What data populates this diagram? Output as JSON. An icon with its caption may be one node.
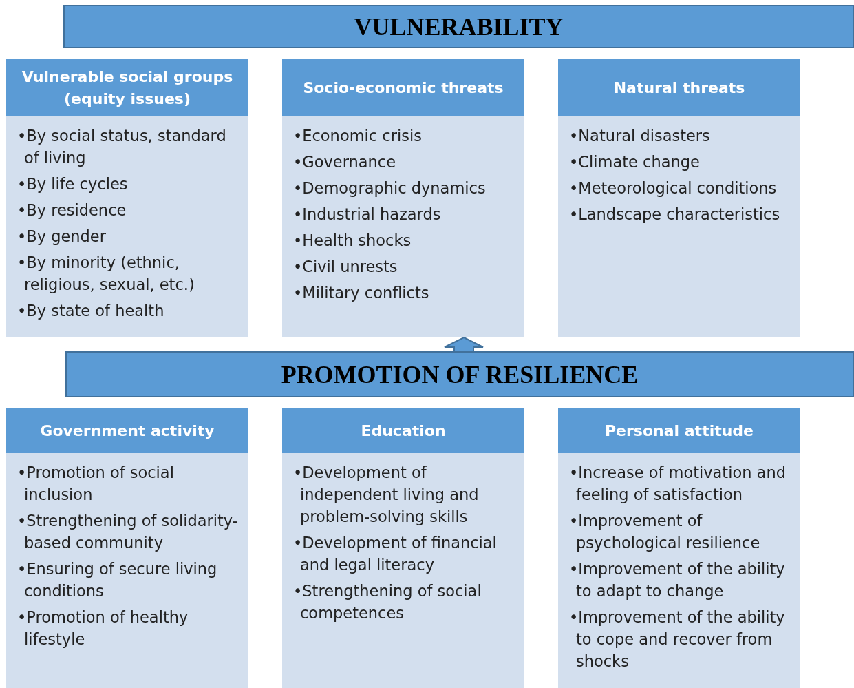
{
  "diagram": {
    "nodes": [
      {
        "text": [
          "VULNERABILITY"
        ]
      },
      {
        "text": [
          "Vulnerable social groups (equity issues)",
          "•By social status, standard of living",
          "•By life cycles",
          "•By residence",
          "•By gender",
          "•By minority (ethnic, religious, sexual, etc.)",
          "•By state of health"
        ]
      },
      {
        "text": [
          "Socio-economic threats",
          "•Economic crisis",
          "•Governance",
          "•Demographic dynamics",
          "•Industrial hazards",
          "•Health shocks",
          "•Civil unrests",
          "•Military conflicts"
        ]
      },
      {
        "text": [
          "Natural threats",
          "•Natural disasters",
          "•Climate change",
          "•Meteorological conditions",
          "•Landscape characteristics"
        ]
      },
      {
        "text": [
          "PROMOTION OF RESILIENCE"
        ]
      },
      {
        "text": [
          "Government activity",
          "•Promotion of social inclusion",
          "•Strengthening of solidarity-based community",
          "•Ensuring of secure living conditions",
          "•Promotion of healthy lifestyle"
        ]
      },
      {
        "text": [
          "Education",
          "•Development of independent living and problem-solving skills",
          "•Development of financial and legal literacy",
          "•Strengthening of social competences"
        ]
      },
      {
        "text": [
          "Personal attitude",
          "•Increase of motivation and feeling of satisfaction",
          "•Improvement of psychological resilience",
          "•Improvement of the ability to adapt to change",
          "•Improvement of the ability to cope and recover from shocks"
        ]
      }
    ],
    "edges": [
      {
        "from": 4,
        "to": 2,
        "arrow": "to"
      }
    ]
  }
}
